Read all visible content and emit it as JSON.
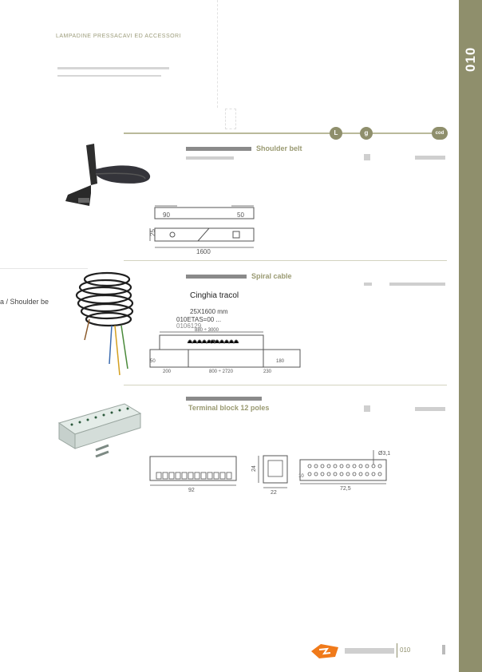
{
  "page": {
    "section_code": "010",
    "header_title": "LAMPADINE PRESSACAVI ED ACCESSORI",
    "footer_code": "010"
  },
  "table_header": {
    "col1": "L",
    "col2": "g",
    "col3": "cod"
  },
  "products": [
    {
      "title": "Shoulder belt",
      "dims": {
        "left": "90",
        "right": "50",
        "height": "25",
        "length": "1600"
      }
    },
    {
      "title": "Spiral cable",
      "overlay_title": "Cinghia tracol",
      "overlay_dim": "25X1600 mm",
      "overlay_code": "010ETAS=00 ...",
      "overlay_code2": "0106129",
      "side_label": "a / Shoulder be",
      "dims": {
        "top": "880 ÷ 3000",
        "a": "50",
        "b": "200",
        "c": "800 ÷ 2720",
        "d": "230",
        "e": "180"
      }
    },
    {
      "title": "Terminal block 12 poles",
      "dims": {
        "w1": "92",
        "h2": "24",
        "w2": "22",
        "w3": "72,5",
        "hole": "Ø3,1",
        "pitch": "10"
      }
    }
  ],
  "colors": {
    "accent": "#8f8f6c",
    "rule": "#b9b99a",
    "orange": "#f07a1a"
  }
}
